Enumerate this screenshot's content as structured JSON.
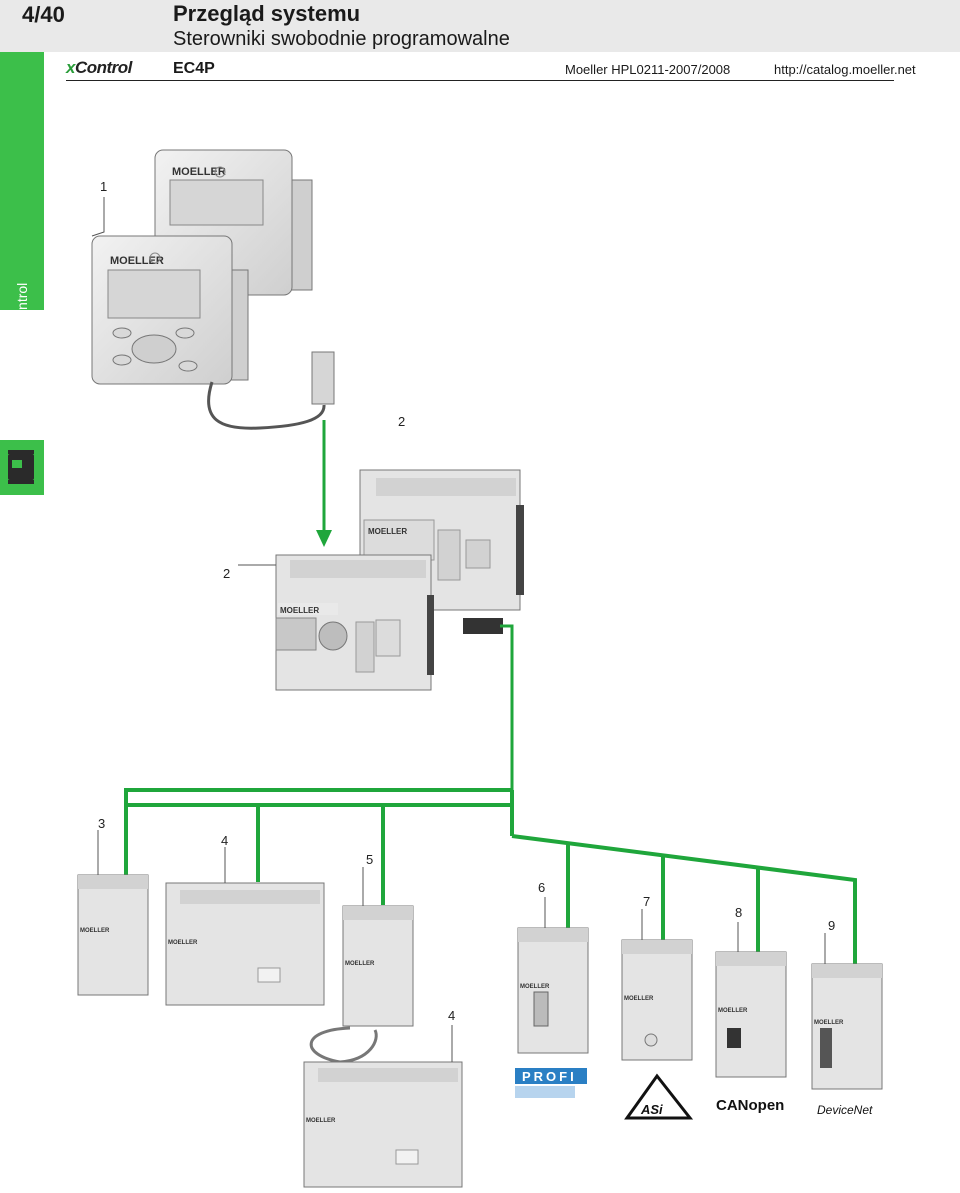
{
  "header": {
    "page_number": "4/40",
    "title": "Przegląd systemu",
    "subtitle": "Sterowniki swobodnie programowalne",
    "brand_logo": "xControl",
    "product": "EC4P",
    "catalog": "Moeller HPL0211-2007/2008",
    "url": "http://catalog.moeller.net"
  },
  "sidebar": {
    "label": "easy Control",
    "icon": "plc-device-icon",
    "accent": "#3cbf4a"
  },
  "colors": {
    "bus": "#1fa63b",
    "device": "#e4e4e4",
    "outline": "#777777"
  },
  "callouts": [
    "1",
    "2",
    "2",
    "3",
    "4",
    "5",
    "6",
    "7",
    "8",
    "9",
    "4"
  ],
  "device_brand": "Moeller",
  "logos": {
    "profibus": "PROFI",
    "asi": "ASi",
    "canopen": "CANopen",
    "devicenet": "DeviceNet"
  }
}
